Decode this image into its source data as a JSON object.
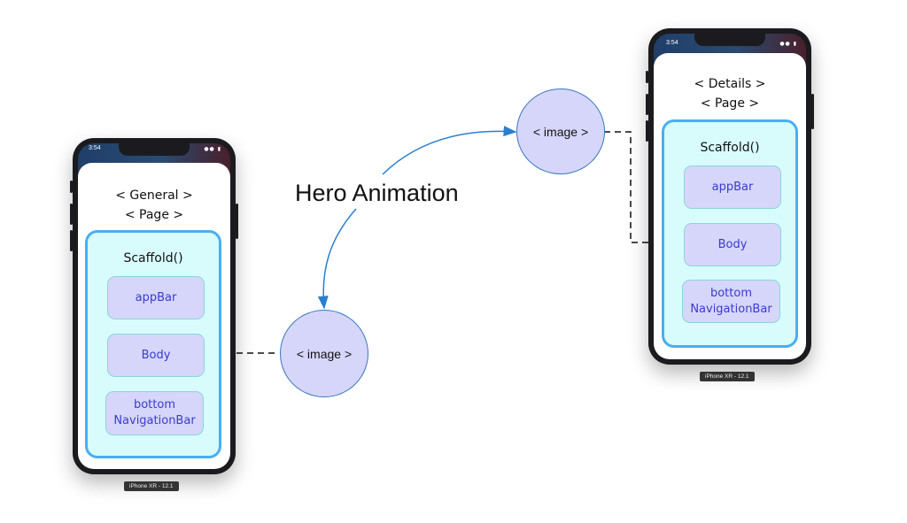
{
  "left_device": {
    "status_time": "3:54",
    "page_title_line1": "< General >",
    "page_title_line2": "< Page >",
    "scaffold_title": "Scaffold()",
    "boxes": [
      "appBar",
      "Body",
      "bottom\nNavigationBar"
    ],
    "device_label": "iPhone XR - 12.1"
  },
  "right_device": {
    "status_time": "3:54",
    "page_title_line1": "< Details >",
    "page_title_line2": "< Page >",
    "scaffold_title": "Scaffold()",
    "boxes": [
      "appBar",
      "Body",
      "bottom\nNavigationBar"
    ],
    "device_label": "iPhone XR - 12.1"
  },
  "hero_label": "Hero Animation",
  "image_bottom_label": "< image >",
  "image_top_label": "< image >",
  "colors": {
    "scaffold_fill": "#d8fcfc",
    "scaffold_border": "#4aaef0",
    "box_fill": "#d6d6fb",
    "box_text": "#3a3ad0",
    "arrow": "#2a7fd0"
  }
}
